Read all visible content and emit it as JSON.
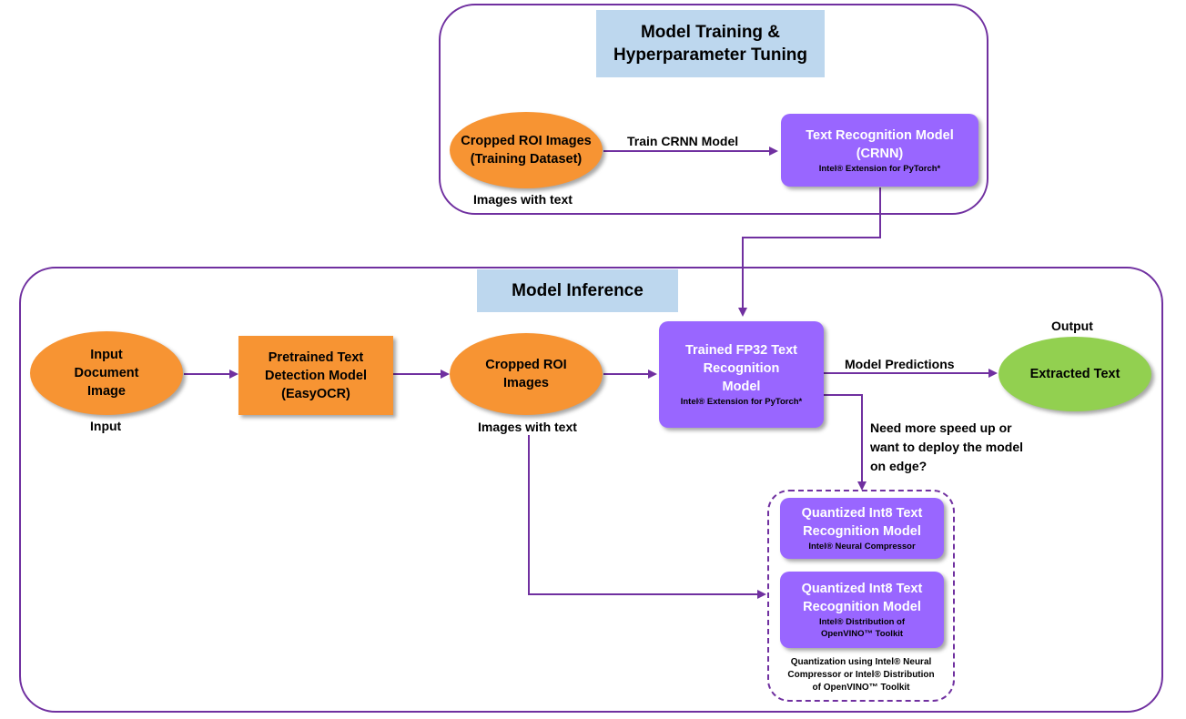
{
  "training": {
    "title": "Model Training & Hyperparameter Tuning",
    "dataset_line1": "Cropped ROI Images",
    "dataset_line2": "(Training Dataset)",
    "dataset_caption": "Images with text",
    "edge_label": "Train CRNN Model",
    "model_line1": "Text Recognition Model",
    "model_line2": "(CRNN)",
    "model_sub": "Intel® Extension for PyTorch*"
  },
  "inference": {
    "title": "Model Inference",
    "input_line1": "Input",
    "input_line2": "Document",
    "input_line3": "Image",
    "input_caption": "Input",
    "detect_line1": "Pretrained Text",
    "detect_line2": "Detection Model",
    "detect_line3": "(EasyOCR)",
    "roi_line1": "Cropped ROI",
    "roi_line2": "Images",
    "roi_caption": "Images with text",
    "trained_line1": "Trained FP32 Text",
    "trained_line2": "Recognition",
    "trained_line3": "Model",
    "trained_sub": "Intel® Extension for PyTorch*",
    "predictions_label": "Model Predictions",
    "output_caption": "Output",
    "output_label": "Extracted Text",
    "question_line1": "Need more speed up or",
    "question_line2": "want to deploy the model",
    "question_line3": "on edge?",
    "quant1_line1": "Quantized Int8 Text",
    "quant1_line2": "Recognition Model",
    "quant1_sub": "Intel® Neural Compressor",
    "quant2_line1": "Quantized Int8 Text",
    "quant2_line2": "Recognition Model",
    "quant2_sub1": "Intel® Distribution of",
    "quant2_sub2": "OpenVINO™ Toolkit",
    "quant_note_line1": "Quantization using Intel® Neural",
    "quant_note_line2": "Compressor or Intel® Distribution",
    "quant_note_line3": "of OpenVINO™ Toolkit"
  },
  "colors": {
    "border_purple": "#7030a0",
    "node_purple": "#9966ff",
    "node_orange": "#f79433",
    "node_green": "#92d050",
    "title_blue": "#bdd7ee"
  }
}
